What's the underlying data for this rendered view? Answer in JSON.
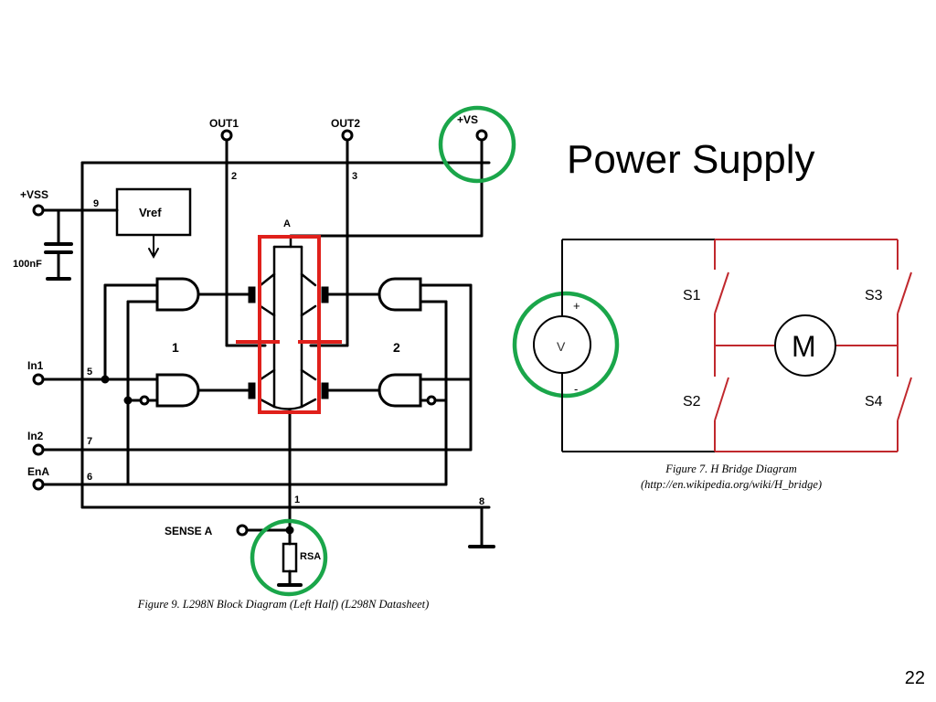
{
  "slide": {
    "title": "Power Supply",
    "page_number": "22"
  },
  "figures": {
    "hbridge": {
      "caption_line1": "Figure 7. H Bridge Diagram",
      "caption_line2": "(http://en.wikipedia.org/wiki/H_bridge)",
      "switch_labels": [
        "S1",
        "S2",
        "S3",
        "S4"
      ],
      "motor_label": "M",
      "source_label": "V",
      "plus_label": "+",
      "minus_label": "-"
    },
    "l298n": {
      "caption": "Figure 9. L298N Block Diagram (Left Half) (L298N Datasheet)",
      "labels": {
        "out1": "OUT1",
        "out2": "OUT2",
        "vs": "+VS",
        "vss": "+VSS",
        "pin9": "9",
        "pin2": "2",
        "pin3": "3",
        "pin5": "5",
        "pin7": "7",
        "pin6": "6",
        "pin1": "1",
        "pin8": "8",
        "vref": "Vref",
        "cap": "100nF",
        "node_a": "A",
        "bridge1": "1",
        "bridge2": "2",
        "in1": "In1",
        "in2": "In2",
        "ena": "EnA",
        "sense": "SENSE A",
        "rsa": "RSA"
      }
    }
  },
  "colors": {
    "highlight_circle": "#1aa64a",
    "highlight_box": "#e0201b",
    "hbridge_wire": "#c0282d"
  }
}
